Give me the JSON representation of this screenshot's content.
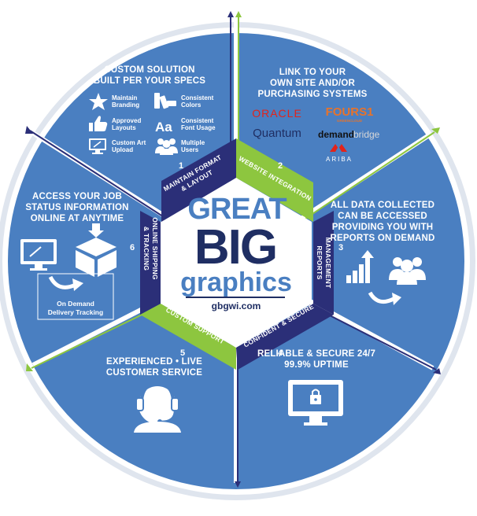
{
  "colors": {
    "circle_blue": "#4a7fc1",
    "ring_white": "#ffffff",
    "band_navy": "#2b2f78",
    "accent_green": "#8dc63f",
    "logo_navy": "#1f2e63",
    "white": "#ffffff"
  },
  "logo": {
    "great": "GREAT",
    "big": "BIG",
    "graphics": "graphics",
    "url": "gbgwi.com"
  },
  "sections": {
    "s1": {
      "number": "1",
      "band_line1": "MAINTAIN FORMAT",
      "band_line2": "& LAYOUT",
      "heading_line1": "CUSTOM SOLUTION",
      "heading_line2": "BUILT PER YOUR SPECS",
      "features": {
        "branding_line1": "Maintain",
        "branding_line2": "Branding",
        "colors_line1": "Consistent",
        "colors_line2": "Colors",
        "layouts_line1": "Approved",
        "layouts_line2": "Layouts",
        "font_line1": "Consistent",
        "font_line2": "Font Usage",
        "font_glyph": "Aa",
        "art_line1": "Custom Art",
        "art_line2": "Upload",
        "users_line1": "Multiple",
        "users_line2": "Users"
      }
    },
    "s2": {
      "number": "2",
      "band": "WEBSITE INTEGRATION",
      "heading_line1": "LINK TO YOUR",
      "heading_line2": "OWN SITE AND/OR",
      "heading_line3": "PURCHASING SYSTEMS",
      "partners": {
        "oracle": "ORACLE",
        "foursi": "FOURS1",
        "foursi_sub": "GREENCLOUD",
        "quantum": "Quantum",
        "demandbridge_a": "demand",
        "demandbridge_b": "bridge",
        "ariba": "ARIBA"
      }
    },
    "s3": {
      "number": "3",
      "band_line1": "MANAGEMENT",
      "band_line2": "REPORTS",
      "heading_line1": "ALL DATA COLLECTED",
      "heading_line2": "CAN BE ACCESSED",
      "heading_line3": "PROVIDING YOU WITH",
      "heading_line4": "REPORTS ON DEMAND"
    },
    "s4": {
      "number": "4",
      "band": "CONFIDENT & SECURE",
      "heading_line1": "RELIABLE & SECURE 24/7",
      "heading_line2": "99.9% UPTIME"
    },
    "s5": {
      "number": "5",
      "band": "CUSTOM SUPPORT",
      "heading_line1": "EXPERIENCED • LIVE",
      "heading_line2": "CUSTOMER SERVICE"
    },
    "s6": {
      "number": "6",
      "band_line1": "ONLINE SHIPPING",
      "band_line2": "& TRACKING",
      "heading_line1": "ACCESS YOUR JOB",
      "heading_line2": "STATUS INFORMATION",
      "heading_line3": "ONLINE AT ANYTIME",
      "caption_line1": "On Demand",
      "caption_line2": "Delivery Tracking"
    }
  }
}
